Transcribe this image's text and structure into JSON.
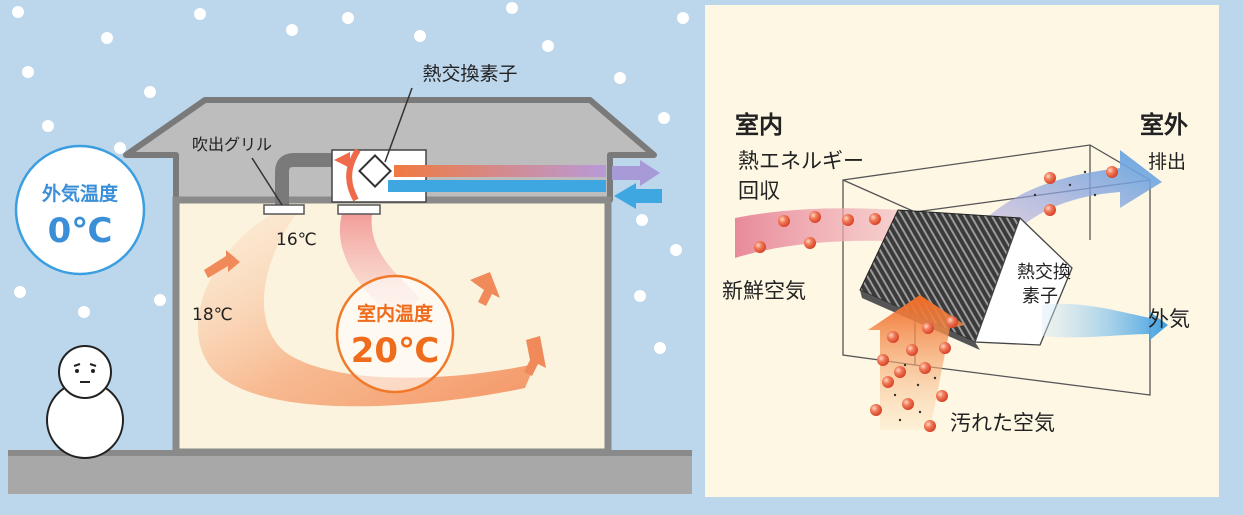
{
  "house_scene": {
    "outdoor_temp_label": "外気温度",
    "outdoor_temp_value": "0℃",
    "heat_exchanger_label": "熱交換素子",
    "outlet_grille_label": "吹出グリル",
    "temp_16": "16℃",
    "temp_18": "18℃",
    "indoor_temp_label": "室内温度",
    "indoor_temp_value": "20℃"
  },
  "exchanger_scene": {
    "indoor_label": "室内",
    "outdoor_label": "室外",
    "heat_recovery_label_line1": "熱エネルギー",
    "heat_recovery_label_line2": "回収",
    "exhaust_label": "排出",
    "fresh_air_label": "新鮮空気",
    "element_label_line1": "熱交換",
    "element_label_line2": "素子",
    "outside_air_label": "外気",
    "dirty_air_label": "汚れた空気"
  },
  "colors": {
    "sky": "#bcd6ec",
    "warm_orange": "#f08040",
    "cool_blue": "#3ea6e0",
    "indoor_circle": "#f07a2a",
    "outdoor_circle": "#3a9ee0",
    "panel_bg": "#fdf7e4"
  }
}
